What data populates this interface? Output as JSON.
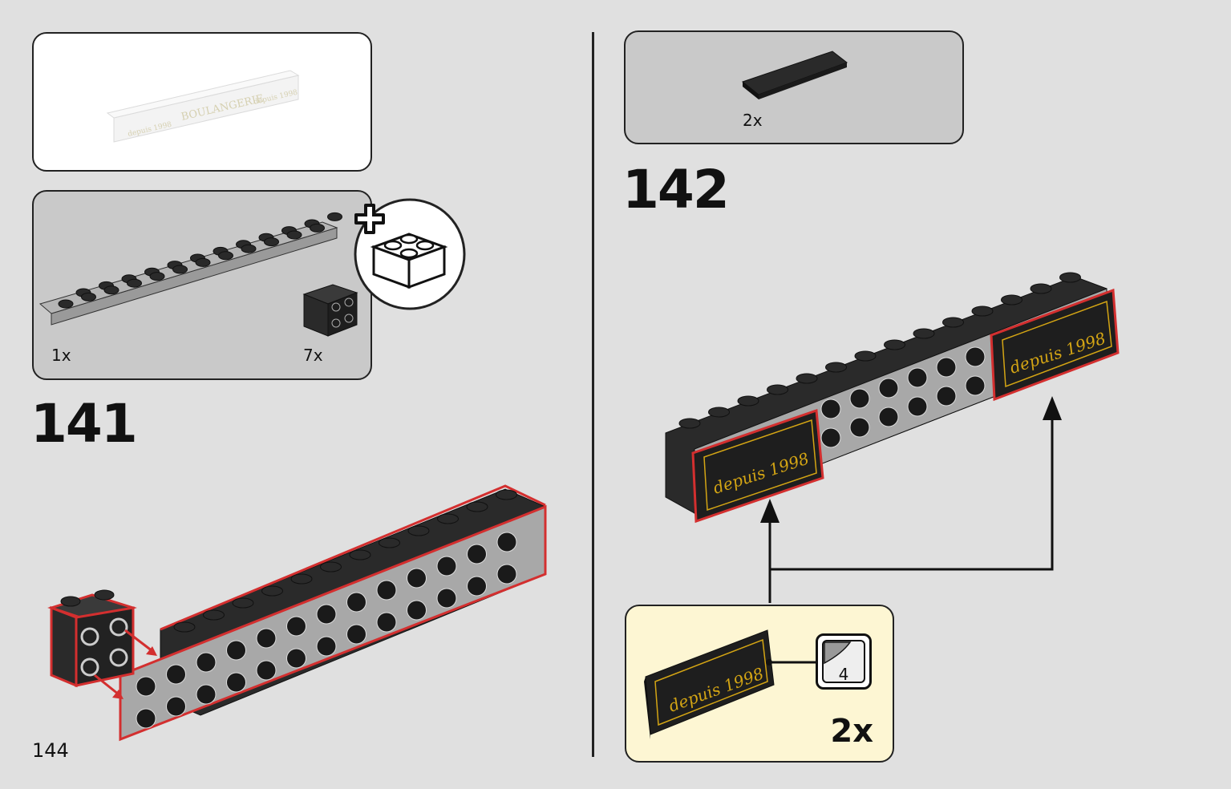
{
  "page": {
    "number": "144",
    "colors": {
      "background": "#e0e0e0",
      "panel_gray": "#c9c9c9",
      "panel_white": "#ffffff",
      "panel_yellow": "#fdf6d3",
      "highlight_red": "#d32f2f",
      "brick_black": "#2a2a2a",
      "brick_gray": "#a8a8a8",
      "sticker_gold": "#d4a514"
    }
  },
  "step141": {
    "number": "141",
    "parts": [
      {
        "name": "gray-plate-2x12",
        "qty": "1x"
      },
      {
        "name": "black-brick-1x2-studs-on-side",
        "qty": "7x"
      }
    ],
    "add_icon": "plus-brick-icon",
    "preview_labels": [
      "BOULANGERIE",
      "depuis 1998",
      "depuis 1998"
    ]
  },
  "step142": {
    "number": "142",
    "parts": [
      {
        "name": "black-tile-2x4",
        "qty": "2x"
      }
    ],
    "sticker": {
      "text": "depuis 1998",
      "sheet_number": "4",
      "qty": "2x"
    }
  }
}
